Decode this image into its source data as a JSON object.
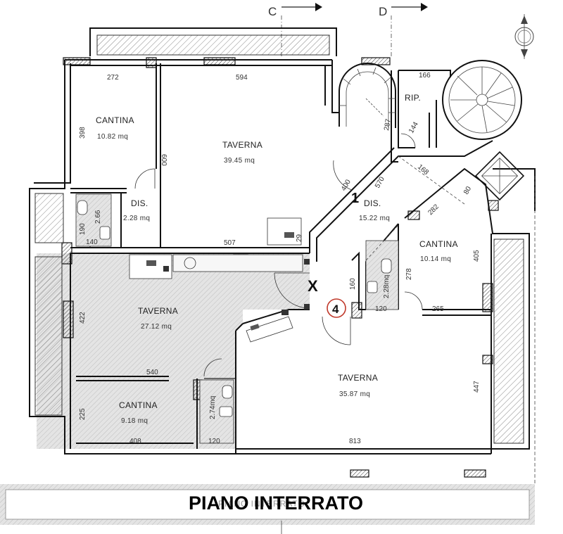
{
  "title": "PIANO INTERRATO",
  "grid_labels": [
    "C",
    "D"
  ],
  "rooms": [
    {
      "name": "CANTINA",
      "area": "10.82 mq"
    },
    {
      "name": "TAVERNA",
      "area": "39.45 mq"
    },
    {
      "name": "DIS.",
      "area": "2.28 mq"
    },
    {
      "name": "DIS.",
      "area": "15.22 mq"
    },
    {
      "name": "CANTINA",
      "area": "10.14 mq"
    },
    {
      "name": "TAVERNA",
      "area": "27.12 mq"
    },
    {
      "name": "CANTINA",
      "area": "9.18 mq"
    },
    {
      "name": "TAVERNA",
      "area": "35.87 mq"
    }
  ],
  "labels": {
    "rip": "RIP.",
    "marker_1": "1",
    "marker_4": "4",
    "marker_x": "X",
    "bath_left_area": "2.66",
    "bath_center_area": "2.28mq",
    "bath_lower_area": "2.74mq"
  },
  "dimensions": [
    "272",
    "594",
    "398",
    "600",
    "166",
    "287",
    "144",
    "168",
    "400",
    "570",
    "80",
    "282",
    "190",
    "140",
    "29",
    "507",
    "405",
    "278",
    "160",
    "120",
    "265",
    "422",
    "540",
    "447",
    "225",
    "408",
    "120",
    "813"
  ],
  "background_text": "PIANO INTERRATO"
}
